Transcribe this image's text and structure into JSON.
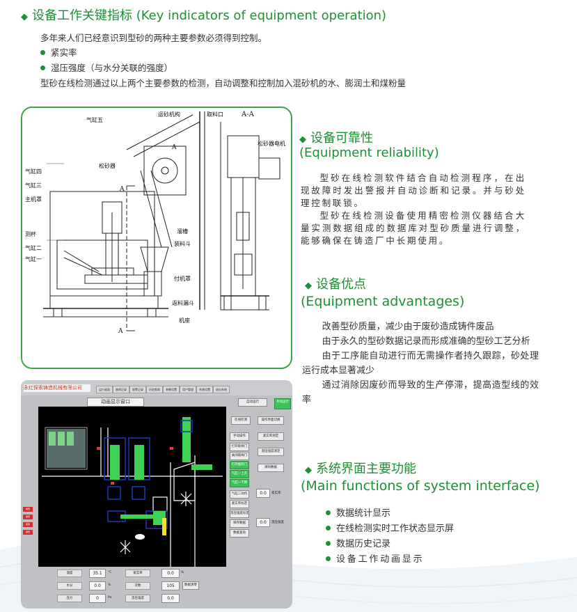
{
  "section1": {
    "title": "设备工作关键指标 (Key indicators of equipment operation)",
    "intro": "多年来人们已经意识到型砂的两种主要参数必须得到控制。",
    "bullets": [
      "紧实率",
      "湿压强度（与水分关联的强度）"
    ],
    "outro": "型砂在线检测通过以上两个主要参数的检测，自动调整和控制加入混砂机的水、膨润土和煤粉量"
  },
  "reliability": {
    "title_cn": "设备可靠性",
    "title_en": "(Equipment reliability)",
    "p1": "型砂在线检测软件结合自动检测程序，在出现故障时发出警报并自动诊断和记录。并与砂处理控制联锁。",
    "p2": "型砂在线检测设备使用精密检测仪器结合大量实测数据组成的数据库对型砂质量进行调整，能够确保在铸造厂中长期使用。"
  },
  "advantages": {
    "title_cn": "设备优点",
    "title_en": "(Equipment advantages)",
    "items": [
      "改善型砂质量，减少由于废砂造成铸件废品",
      "由于永久的型砂数据记录而形成准确的型砂工艺分析",
      "由于工序能自动进行而无需操作者持久跟踪，砂处理运行成本显著减少",
      "通过消除因废砂而导致的生产停滞，提高造型线的效率"
    ]
  },
  "functions": {
    "title_cn": "系统界面主要功能",
    "title_en": "(Main functions of system interface)",
    "items": [
      "数据统计显示",
      "在线检测实时工作状态显示屏",
      "数据历史记录",
      "设备工作动画显示"
    ]
  },
  "drawing": {
    "labels": {
      "cyl5": "气缸五",
      "conveyor": "运砂机构",
      "port": "取料口",
      "section": "A-A",
      "motor": "松砂器电机",
      "loosener": "松砂器",
      "cyl4": "气缸四",
      "cyl3": "气缸三",
      "hood": "主机罩",
      "a1": "A",
      "test": "测杯",
      "cyl2": "气缸二",
      "cyl1": "气缸一",
      "chute": "溜槽",
      "hopper": "装料斗",
      "shell": "付机罩",
      "funnel": "返料漏斗",
      "base": "机座",
      "a2": "A",
      "a3": "A"
    }
  },
  "screen": {
    "brand": "永红探索铸造机械有限公司",
    "panel_title": "动画显示窗口",
    "tabs": [
      "运行画面",
      "曲线记录",
      "报警记录",
      "历史报表",
      "参数设置",
      "用户管理",
      "系统设置",
      "退出系统"
    ],
    "right_buttons": [
      "自动运行",
      "手动运行",
      "在线检测",
      "操作界面切换",
      "手动操作",
      "紧实率测定",
      "湿压强度测定",
      "打开取样门",
      "关闭取样门",
      "打开推料门",
      "气缸一上升",
      "气缸一下降",
      "气缸二动作",
      "紧实率标定",
      "湿压强度标定",
      "清除数据",
      "保存数据",
      "数据查询"
    ],
    "values": {
      "v1": "0.0",
      "v1_label": "紧实率",
      "v2": "0.0",
      "v2_label": "湿压强度",
      "temp": "35.1",
      "temp_unit": "°C",
      "moisture": "0.0",
      "moisture_unit": "%",
      "extra": "0",
      "extra_unit": "Pa",
      "compact": "0.0",
      "compact_unit": "%",
      "count": "105",
      "strength": "0.0",
      "temp_label": "温度",
      "moisture_label": "水分",
      "extra_label": "压力",
      "compact_label": "紧实率",
      "count_label": "次数",
      "strength_label": "湿压强度",
      "reset": "数据清零"
    },
    "left_alarms": [
      "报警",
      "报警",
      "报警",
      "报警"
    ]
  },
  "colors": {
    "accent": "#1f8f35",
    "border": "#3aa54a",
    "screen_bg": "#bfc1c4",
    "anim_bg": "#000000"
  }
}
